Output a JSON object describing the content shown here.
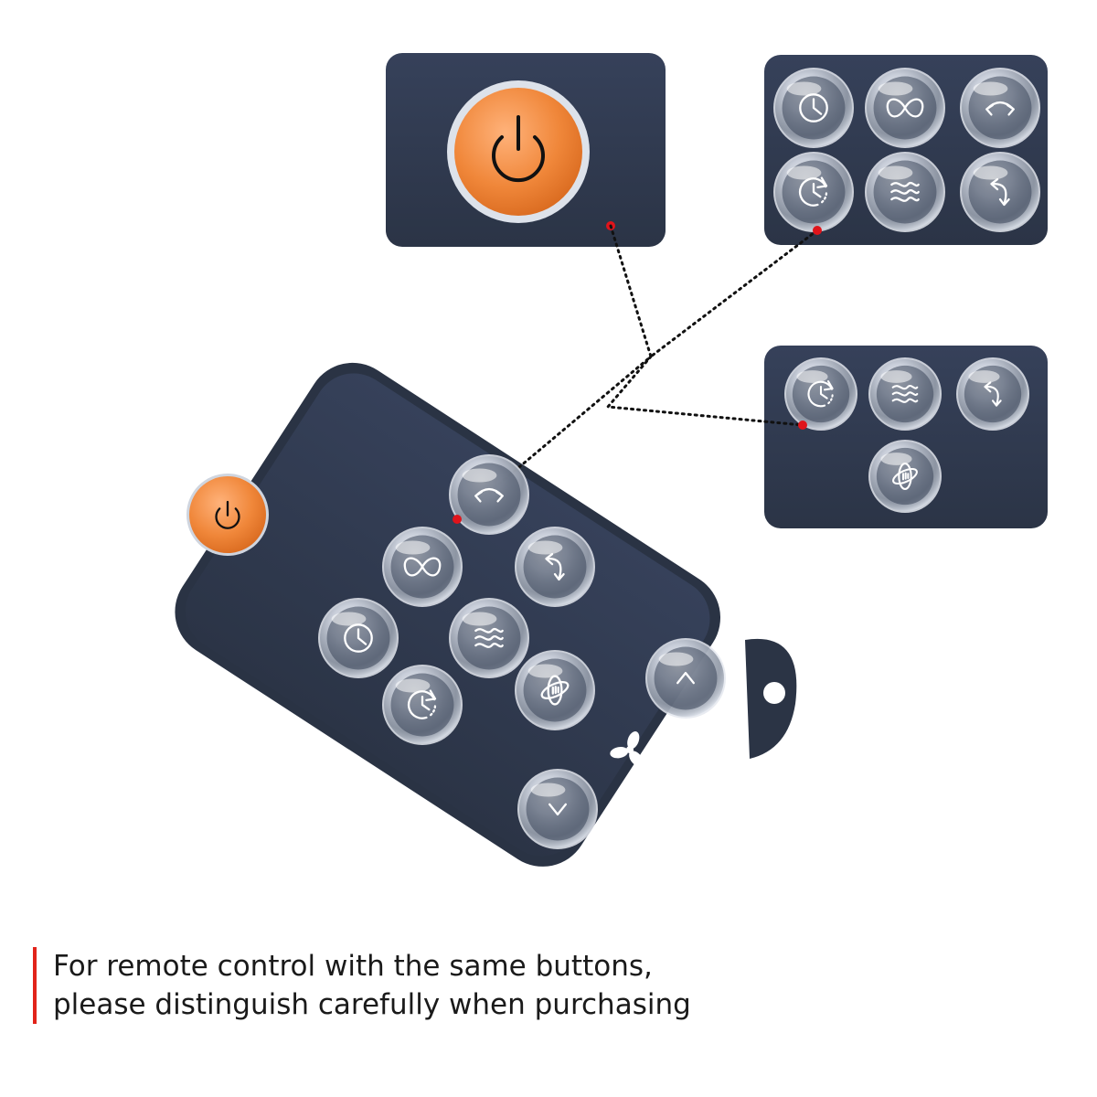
{
  "caption": {
    "line1": "For remote control with the same buttons,",
    "line2": "please distinguish carefully when purchasing"
  },
  "colors": {
    "remote_body": "#2f3a4d",
    "panel": "#303a4e",
    "power_orange": "#f0873a",
    "marker_red": "#e0141b",
    "accent_bar": "#e2231a"
  },
  "remote": {
    "buttons": [
      {
        "name": "power-button",
        "icon": "power-icon"
      },
      {
        "name": "oscillate-vertical-button",
        "icon": "curved-arrow-icon"
      },
      {
        "name": "mode-button",
        "icon": "infinity-icon"
      },
      {
        "name": "swing-button",
        "icon": "rotate-arrow-icon"
      },
      {
        "name": "timer-button",
        "icon": "clock-icon"
      },
      {
        "name": "wind-button",
        "icon": "wave-icon"
      },
      {
        "name": "timer-off-button",
        "icon": "clock-dotted-icon"
      },
      {
        "name": "rotate-3d-button",
        "icon": "orbit-icon"
      },
      {
        "name": "speed-up-button",
        "icon": "chevron-up-icon"
      },
      {
        "name": "speed-down-button",
        "icon": "chevron-down-icon"
      }
    ],
    "fan_label_icon": "fan-icon"
  },
  "detail_panels": [
    {
      "name": "power-detail-panel",
      "shows": [
        "power-icon"
      ]
    },
    {
      "name": "six-button-detail-panel",
      "shows": [
        "clock-icon",
        "infinity-icon",
        "curved-arrow-icon",
        "clock-dotted-icon",
        "wave-icon",
        "rotate-arrow-icon"
      ]
    },
    {
      "name": "four-button-detail-panel",
      "shows": [
        "clock-dotted-icon",
        "wave-icon",
        "rotate-arrow-icon",
        "orbit-icon"
      ]
    }
  ]
}
